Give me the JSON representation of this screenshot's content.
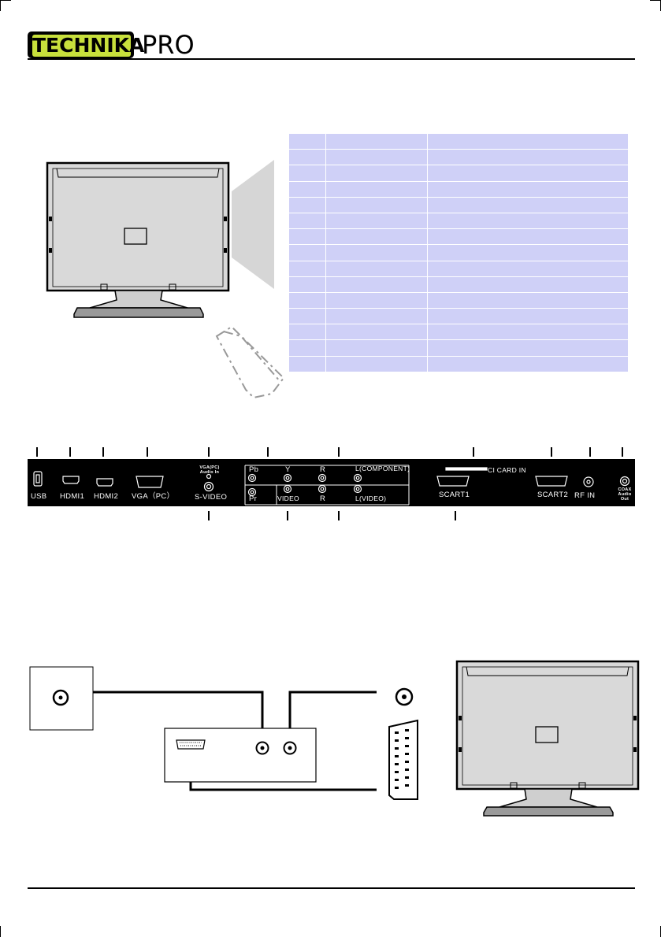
{
  "brand": {
    "logo_text": "TECHNIKA",
    "logo_suffix": "PRO",
    "logo_color": "#c8e03c"
  },
  "spec_table": {
    "rows": 15,
    "row_color": "#cfd0f7"
  },
  "connectors": {
    "usb": "USB",
    "hdmi1": "HDMI1",
    "hdmi2": "HDMI2",
    "vga": "VGA（PC）",
    "vga_audio": "VGA(PC)\nAudio In",
    "svideo": "S-VIDEO",
    "pb": "Pb",
    "y": "Y",
    "r_top": "R",
    "l_component": "L(COMPONENT)",
    "pr": "Pr",
    "video": "VIDEO",
    "r_bottom": "R",
    "l_video": "L(VIDEO)",
    "ci_card": "CI CARD IN",
    "scart1": "SCART1",
    "scart2": "SCART2",
    "rf_in": "RF IN",
    "coax": "COAX\nAudio Out"
  }
}
